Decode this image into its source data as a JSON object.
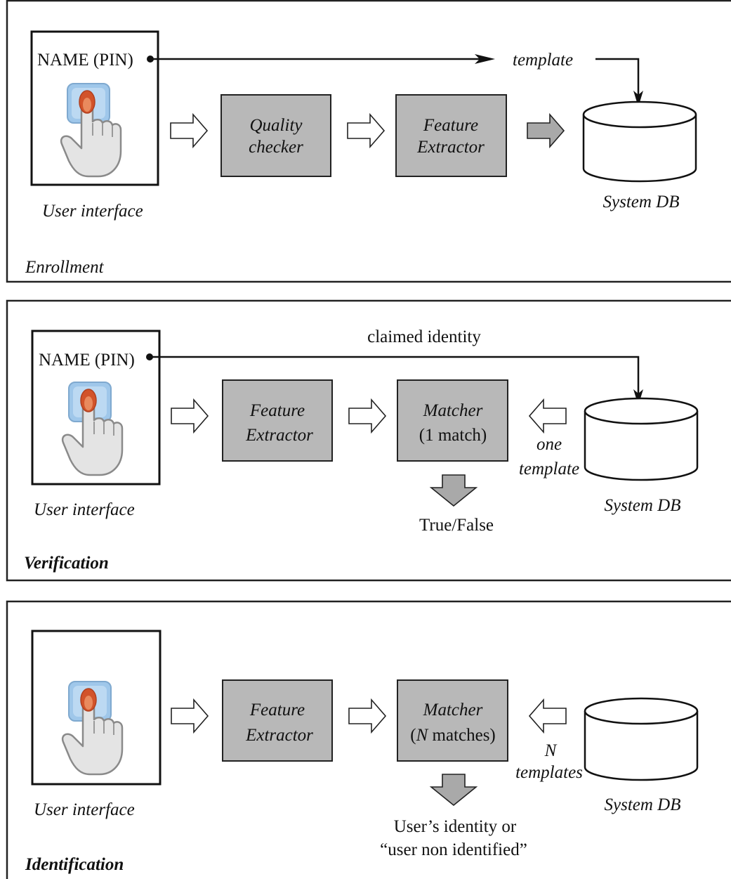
{
  "colors": {
    "box_fill": "#b8b8b8",
    "frame_stroke": "#222222",
    "open_arrow_fill": "#ffffff",
    "filled_arrow_fill": "#a9a9a9",
    "fingerprint_button": "#9fc7ea",
    "fingertip_mark": "#d2532a",
    "hand_fill": "#e4e4e4"
  },
  "panels": [
    {
      "title": "Enrollment",
      "ui": {
        "name_pin": "NAME (PIN)",
        "caption": "User interface",
        "icon": "fingerprint-press-icon"
      },
      "box1": {
        "line1": "Quality",
        "line2": "checker"
      },
      "box2": {
        "line1": "Feature",
        "line2": "Extractor"
      },
      "top_arrow_label": "template",
      "db_label": "System DB"
    },
    {
      "title": "Verification",
      "ui": {
        "name_pin": "NAME (PIN)",
        "caption": "User interface",
        "icon": "fingerprint-press-icon"
      },
      "box1": {
        "line1": "Feature",
        "line2": "Extractor"
      },
      "box2": {
        "line1": "Matcher",
        "line2": "(1 match)"
      },
      "top_arrow_label": "claimed identity",
      "db_arrow_label": {
        "line1": "one",
        "line2": "template"
      },
      "output": {
        "line1": "True/False"
      },
      "db_label": "System DB"
    },
    {
      "title": "Identification",
      "ui": {
        "caption": "User interface",
        "icon": "fingerprint-press-icon"
      },
      "box1": {
        "line1": "Feature",
        "line2": "Extractor"
      },
      "box2": {
        "line1": "Matcher",
        "line2_var": "N",
        "line2_rest": " matches)",
        "line2_open": "("
      },
      "db_arrow_label": {
        "line1": "N",
        "line2": "templates"
      },
      "output": {
        "line1": "User’s identity or",
        "line2": "“user non identified”"
      },
      "db_label": "System DB"
    }
  ]
}
